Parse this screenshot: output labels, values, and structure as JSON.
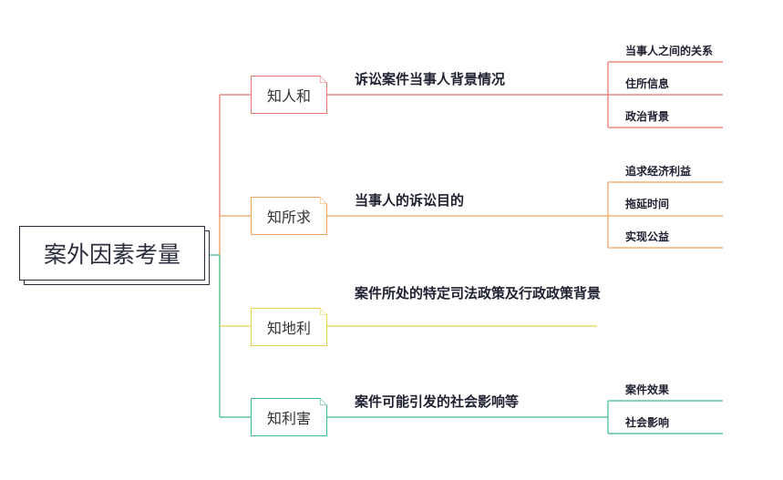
{
  "root": {
    "label": "案外因素考量"
  },
  "branches": [
    {
      "label": "知人和",
      "topic": "诉讼案件当事人背景情况",
      "color": "#e8726c",
      "leaves": [
        "当事人之间的关系",
        "住所信息",
        "政治背景"
      ]
    },
    {
      "label": "知所求",
      "topic": "当事人的诉讼目的",
      "color": "#f0a35c",
      "leaves": [
        "追求经济利益",
        "拖延时间",
        "实现公益"
      ]
    },
    {
      "label": "知地利",
      "topic": "案件所处的特定司法政策及行政政策背景",
      "color": "#e8d24a",
      "leaves": []
    },
    {
      "label": "知利害",
      "topic": "案件可能引发的社会影响等",
      "color": "#3fba8a",
      "leaves": [
        "案件效果",
        "社会影响"
      ]
    }
  ]
}
